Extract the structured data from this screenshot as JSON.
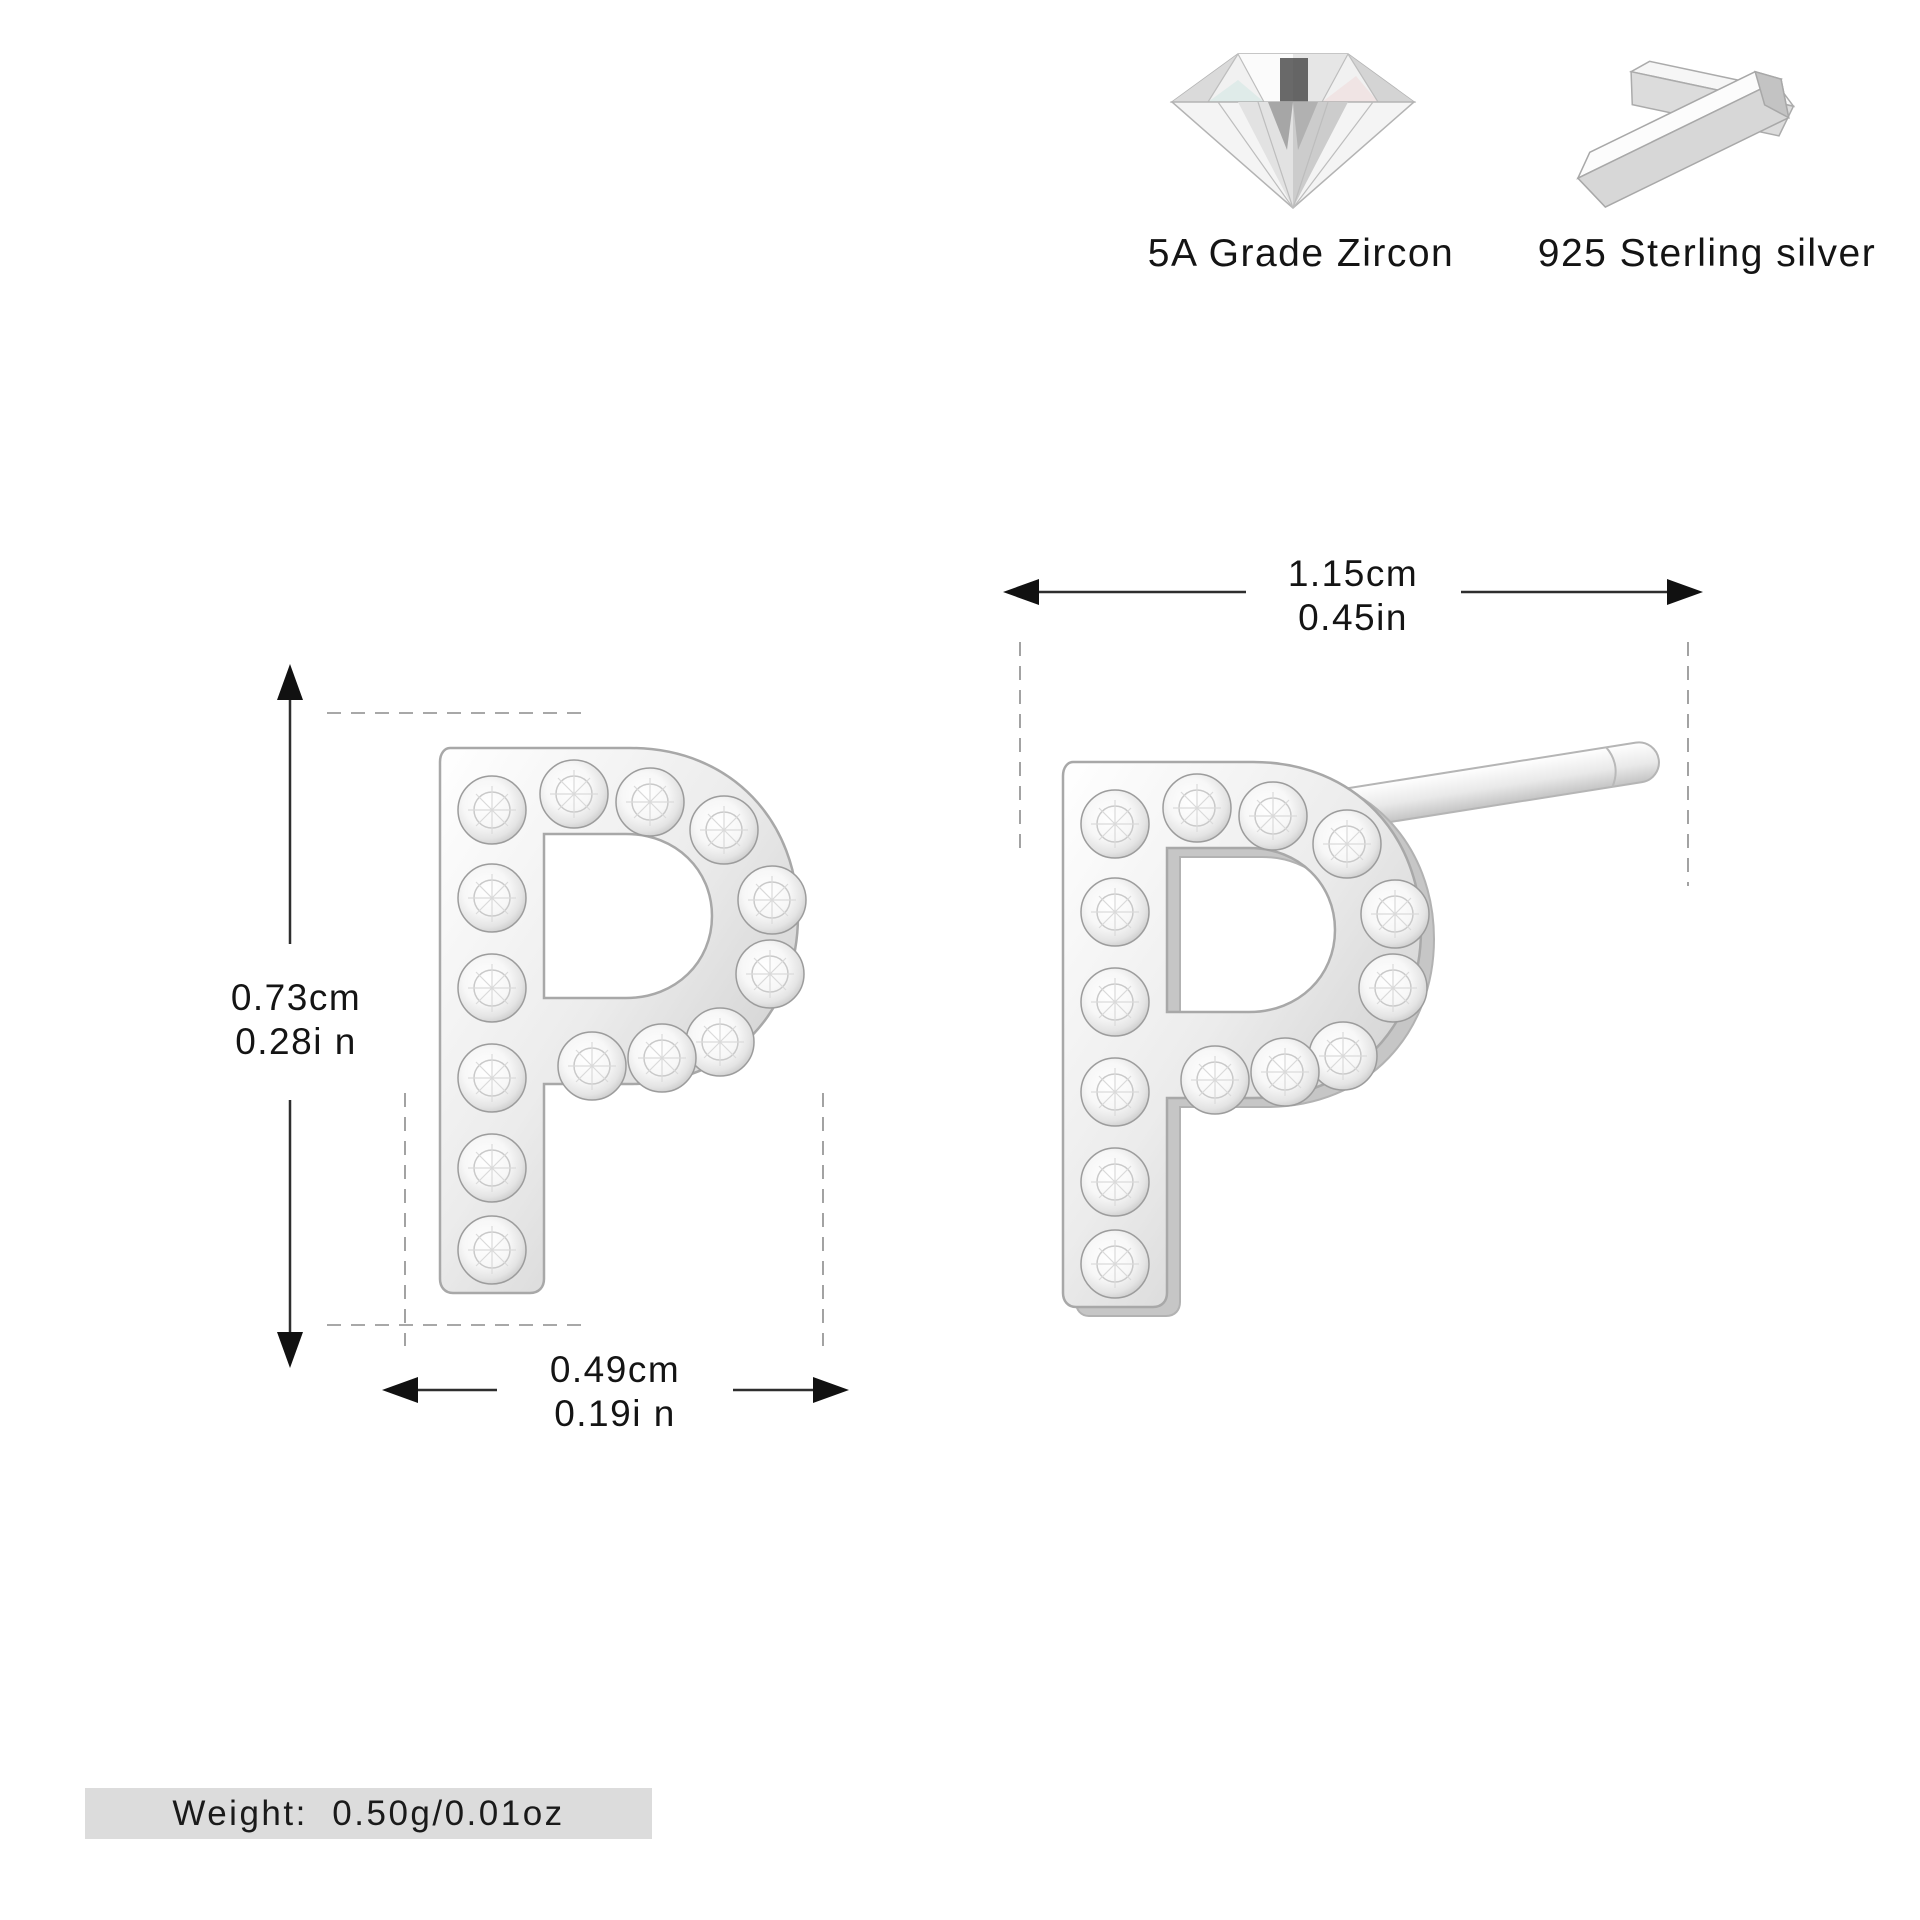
{
  "product": {
    "letter": "P"
  },
  "materials": {
    "zircon": {
      "icon": "zircon-diamond-icon",
      "label": "5A Grade Zircon"
    },
    "silver": {
      "icon": "silver-bars-icon",
      "label": "925 Sterling silver"
    }
  },
  "dimensions": {
    "total_width": {
      "cm": "1.15cm",
      "inch": "0.45in"
    },
    "height": {
      "cm": "0.73cm",
      "inch": "0.28i n"
    },
    "stem_width": {
      "cm": "0.49cm",
      "inch": "0.19i n"
    }
  },
  "weight": {
    "text": "Weight:  0.50g/0.01oz"
  },
  "colors": {
    "background": "#ffffff",
    "dimension_line": "#2e2e2e",
    "arrowhead": "#111111",
    "extension_dash": "#8c8c8c",
    "weight_bar_background": "#dcdcdc",
    "metal_light": "#ffffff",
    "metal_dark": "#bdbdbd"
  }
}
